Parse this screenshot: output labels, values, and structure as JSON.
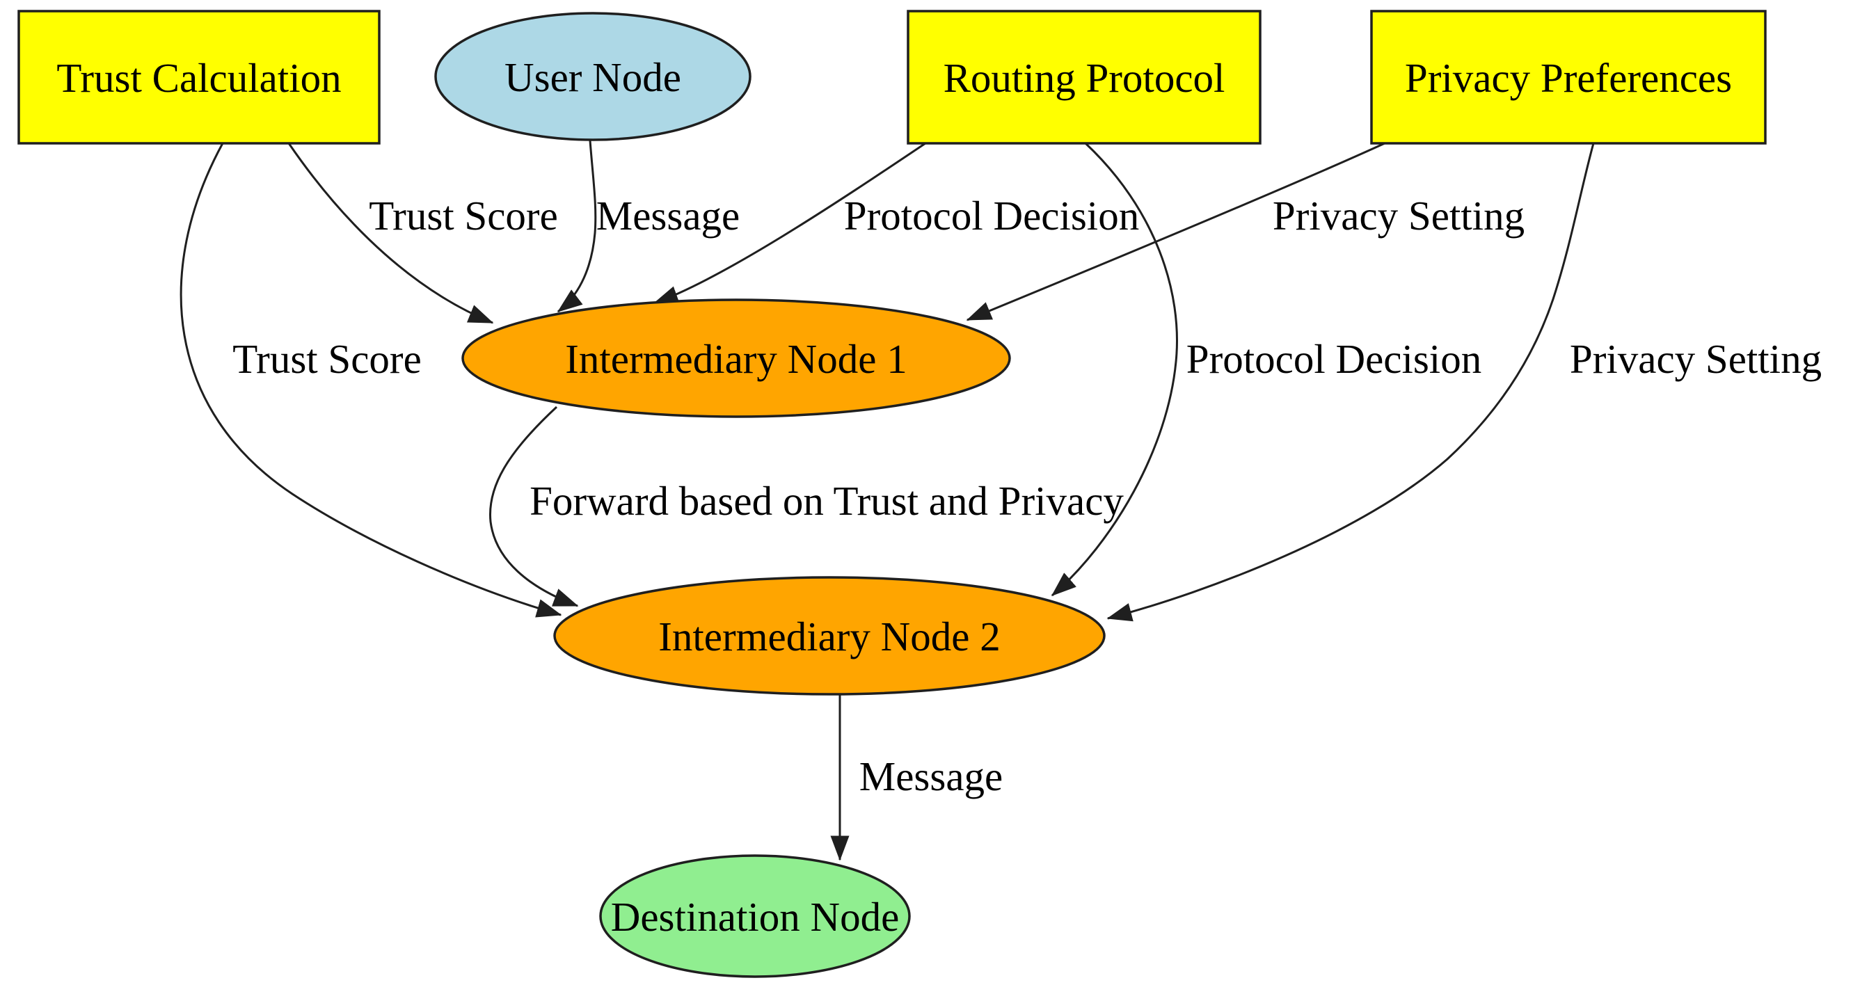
{
  "diagram": {
    "title": "Message routing with trust and privacy flow diagram",
    "colors": {
      "component_fill": "#FFFF00",
      "user_fill": "#ADD8E6",
      "intermediary_fill": "#FFA500",
      "destination_fill": "#90EE90",
      "stroke": "#1f1f1f",
      "background": "#ffffff"
    },
    "nodes": [
      {
        "id": "trust_calculation",
        "label": "Trust Calculation",
        "shape": "box",
        "fill": "#FFFF00"
      },
      {
        "id": "user_node",
        "label": "User Node",
        "shape": "ellipse",
        "fill": "#ADD8E6"
      },
      {
        "id": "routing_protocol",
        "label": "Routing Protocol",
        "shape": "box",
        "fill": "#FFFF00"
      },
      {
        "id": "privacy_preferences",
        "label": "Privacy Preferences",
        "shape": "box",
        "fill": "#FFFF00"
      },
      {
        "id": "intermediary_node_1",
        "label": "Intermediary Node 1",
        "shape": "ellipse",
        "fill": "#FFA500"
      },
      {
        "id": "intermediary_node_2",
        "label": "Intermediary Node 2",
        "shape": "ellipse",
        "fill": "#FFA500"
      },
      {
        "id": "destination_node",
        "label": "Destination Node",
        "shape": "ellipse",
        "fill": "#90EE90"
      }
    ],
    "edges": [
      {
        "from": "trust_calculation",
        "to": "intermediary_node_1",
        "label": "Trust Score"
      },
      {
        "from": "user_node",
        "to": "intermediary_node_1",
        "label": "Message"
      },
      {
        "from": "routing_protocol",
        "to": "intermediary_node_1",
        "label": "Protocol Decision"
      },
      {
        "from": "privacy_preferences",
        "to": "intermediary_node_1",
        "label": "Privacy Setting"
      },
      {
        "from": "trust_calculation",
        "to": "intermediary_node_2",
        "label": "Trust Score"
      },
      {
        "from": "routing_protocol",
        "to": "intermediary_node_2",
        "label": "Protocol Decision"
      },
      {
        "from": "privacy_preferences",
        "to": "intermediary_node_2",
        "label": "Privacy Setting"
      },
      {
        "from": "intermediary_node_1",
        "to": "intermediary_node_2",
        "label": "Forward based on Trust and Privacy"
      },
      {
        "from": "intermediary_node_2",
        "to": "destination_node",
        "label": "Message"
      }
    ]
  }
}
